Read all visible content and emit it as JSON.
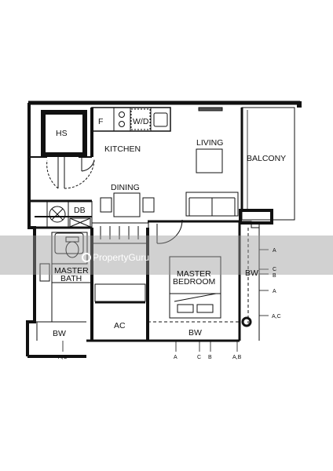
{
  "rooms": {
    "hs": "HS",
    "kitchen": "KITCHEN",
    "living": "LIVING",
    "balcony": "BALCONY",
    "dining": "DINING",
    "master_bath_1": "MASTER",
    "master_bath_2": "BATH",
    "master_bedroom_1": "MASTER",
    "master_bedroom_2": "BEDROOM",
    "ac": "AC",
    "db": "DB"
  },
  "fixtures": {
    "fridge": "F",
    "washer_dryer": "W/D"
  },
  "bay_windows": {
    "left": "BW",
    "bottom": "BW",
    "right": "BW"
  },
  "markers": {
    "right_a_top": "A",
    "right_c": "C",
    "right_b": "B",
    "right_a_mid": "A",
    "right_ac": "A,C",
    "bottom_ac_left": "A,C",
    "bottom_a": "A",
    "bottom_c": "C",
    "bottom_b": "B",
    "bottom_ab": "A,B"
  },
  "watermark": {
    "text": "PropertyGuru"
  },
  "colors": {
    "wall": "#111111",
    "watermark_band": "#9a9a9a"
  }
}
